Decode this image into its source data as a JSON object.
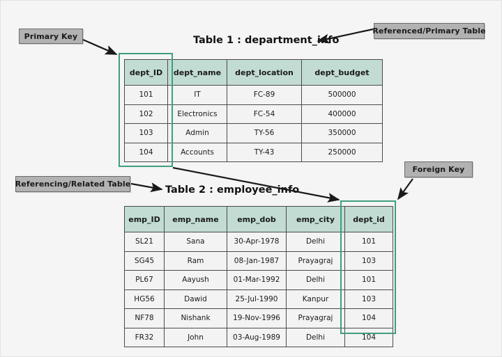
{
  "diagram": {
    "background_color": "#f5f5f5",
    "header_color": "#c2dcd3",
    "key_highlight_color": "#3f9e7e",
    "callout_color": "#b2b2b2"
  },
  "callouts": {
    "primary_key": "Primary Key",
    "referenced_table": "Referenced/Primary Table",
    "referencing_table": "Referencing/Related Table",
    "foreign_key": "Foreign Key"
  },
  "table1": {
    "title": "Table 1 : department_info",
    "columns": [
      "dept_ID",
      "dept_name",
      "dept_location",
      "dept_budget"
    ],
    "rows": [
      [
        "101",
        "IT",
        "FC-89",
        "500000"
      ],
      [
        "102",
        "Electronics",
        "FC-54",
        "400000"
      ],
      [
        "103",
        "Admin",
        "TY-56",
        "350000"
      ],
      [
        "104",
        "Accounts",
        "TY-43",
        "250000"
      ]
    ]
  },
  "table2": {
    "title": "Table 2 : employee_info",
    "columns": [
      "emp_ID",
      "emp_name",
      "emp_dob",
      "emp_city",
      "dept_id"
    ],
    "rows": [
      [
        "SL21",
        "Sana",
        "30-Apr-1978",
        "Delhi",
        "101"
      ],
      [
        "SG45",
        "Ram",
        "08-Jan-1987",
        "Prayagraj",
        "103"
      ],
      [
        "PL67",
        "Aayush",
        "01-Mar-1992",
        "Delhi",
        "101"
      ],
      [
        "HG56",
        "Dawid",
        "25-Jul-1990",
        "Kanpur",
        "103"
      ],
      [
        "NF78",
        "Nishank",
        "19-Nov-1996",
        "Prayagraj",
        "104"
      ],
      [
        "FR32",
        "John",
        "03-Aug-1989",
        "Delhi",
        "104"
      ]
    ]
  }
}
